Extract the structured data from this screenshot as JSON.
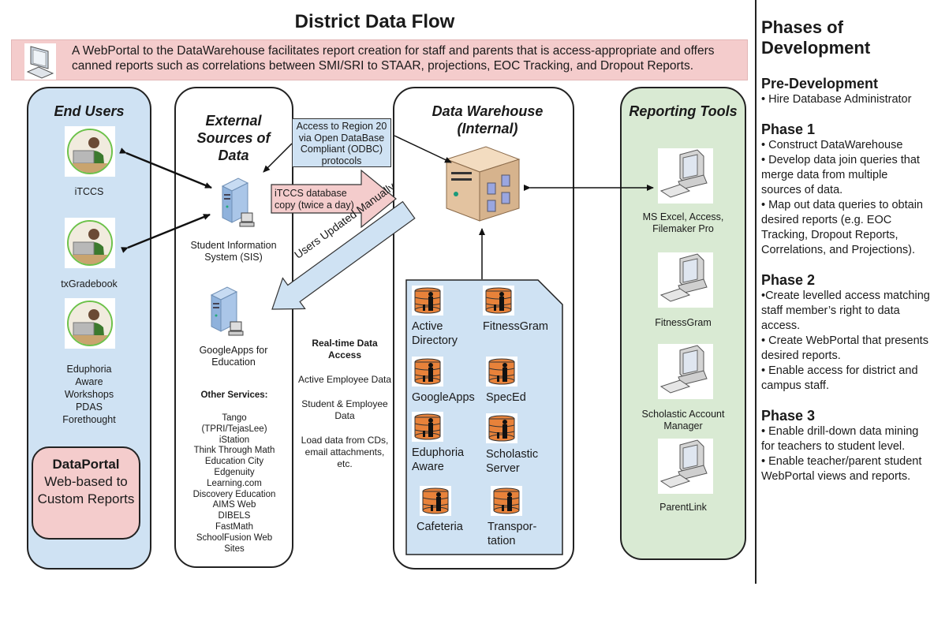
{
  "title": "District Data Flow",
  "banner": {
    "icon": "computer-monitor-icon",
    "text": "A WebPortal to the DataWarehouse facilitates report creation for staff and parents that is access-appropriate and offers canned reports such as correlations between SMI/SRI to STAAR, projections, EOC Tracking, and Dropout Reports."
  },
  "colors": {
    "banner_bg": "#f4cccc",
    "end_users_bg": "#cfe2f3",
    "reporting_bg": "#d9ead3",
    "db_panel_bg": "#cfe2f3",
    "db_icon": "#e8823a"
  },
  "end_users": {
    "title": "End Users",
    "items": [
      {
        "label": "iTCCS",
        "icon": "user-laptop-icon"
      },
      {
        "label": "txGradebook",
        "icon": "user-laptop-icon"
      },
      {
        "label": "Eduphoria\nAware\nWorkshops\nPDAS\nForethought",
        "icon": "user-laptop-icon"
      }
    ],
    "dataportal": {
      "title": "DataPortal",
      "subtitle": "Web-based to Custom Reports"
    }
  },
  "external": {
    "title": "External Sources of Data",
    "servers": [
      {
        "label": "Student Information System (SIS)",
        "icon": "server-icon"
      },
      {
        "label": "GoogleApps for Education",
        "icon": "server-icon"
      }
    ],
    "other_services_title": "Other Services:",
    "other_services": [
      "Tango",
      "(TPRI/TejasLee)",
      "iStation",
      "Think Through Math",
      "Education City",
      "Edgenuity",
      "Learning.com",
      "Discovery Education",
      "AIMS Web",
      "DIBELS",
      "FastMath",
      "SchoolFusion Web",
      "Sites"
    ]
  },
  "connectors": {
    "odbc_box": "Access to Region 20 via Open DataBase Compliant (ODBC) protocols",
    "itccs_copy_arrow": "iTCCS database copy (twice a day)",
    "users_updated_arrow": "Users Updated Manually",
    "realtime": {
      "heading": "Real-time Data Access",
      "items": [
        "Active Employee Data",
        "Student & Employee Data",
        "Load data from CDs, email attachments, etc."
      ]
    }
  },
  "warehouse": {
    "title": "Data Warehouse (Internal)",
    "server_icon": "warehouse-server-icon",
    "databases": [
      {
        "label": "Active Directory"
      },
      {
        "label": "FitnessGram"
      },
      {
        "label": "GoogleApps"
      },
      {
        "label": "SpecEd"
      },
      {
        "label": "Eduphoria Aware"
      },
      {
        "label": "Scholastic Server"
      },
      {
        "label": "Cafeteria"
      },
      {
        "label": "Transpor-tation"
      }
    ]
  },
  "reporting": {
    "title": "Reporting Tools",
    "items": [
      {
        "label": "MS Excel, Access, Filemaker Pro",
        "icon": "desktop-computer-icon"
      },
      {
        "label": "FitnessGram",
        "icon": "desktop-computer-icon"
      },
      {
        "label": "Scholastic Account Manager",
        "icon": "desktop-computer-icon"
      },
      {
        "label": "ParentLink",
        "icon": "desktop-computer-icon"
      }
    ]
  },
  "phases": {
    "title": "Phases of Development",
    "items": [
      {
        "heading": "Pre-Development",
        "body": [
          "• Hire Database Administrator"
        ]
      },
      {
        "heading": "Phase 1",
        "body": [
          "• Construct DataWarehouse",
          "• Develop data join queries that merge data from multiple sources of data.",
          "• Map out data queries  to obtain desired reports (e.g. EOC Tracking, Dropout Reports, Correlations, and Projections)."
        ]
      },
      {
        "heading": "Phase 2",
        "body": [
          "•Create levelled access matching staff member’s right to data access.",
          "• Create WebPortal that presents desired reports.",
          "• Enable access for district and campus staff."
        ]
      },
      {
        "heading": "Phase 3",
        "body": [
          "• Enable drill-down data mining for teachers to student level.",
          "• Enable teacher/parent student WebPortal views and reports."
        ]
      }
    ]
  }
}
